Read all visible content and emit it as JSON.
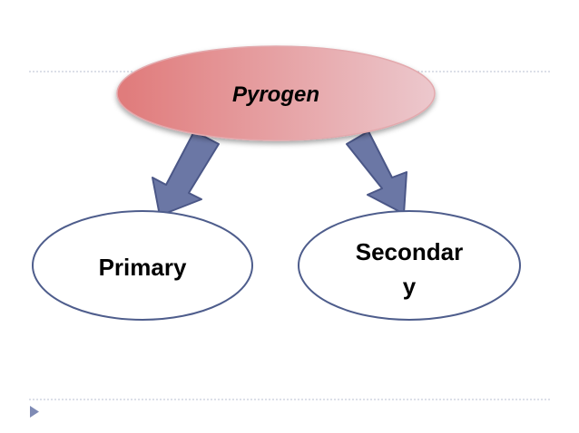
{
  "diagram": {
    "root": {
      "label": "Pyrogen"
    },
    "children": [
      {
        "label": "Primary"
      },
      {
        "label_lines": [
          "Secondar",
          "y"
        ]
      }
    ]
  },
  "colors": {
    "root_fill_start": "#e07a7a",
    "root_fill_end": "#ecc8cd",
    "child_fill": "#ffffff",
    "child_stroke": "#4e5d8c",
    "arrow_fill": "#6b77a5",
    "arrow_stroke": "#4b5787",
    "rule": "#b9bfd0",
    "bullet": "#7f8bb5"
  },
  "icons": {
    "bullet": "triangle-bullet-icon"
  }
}
